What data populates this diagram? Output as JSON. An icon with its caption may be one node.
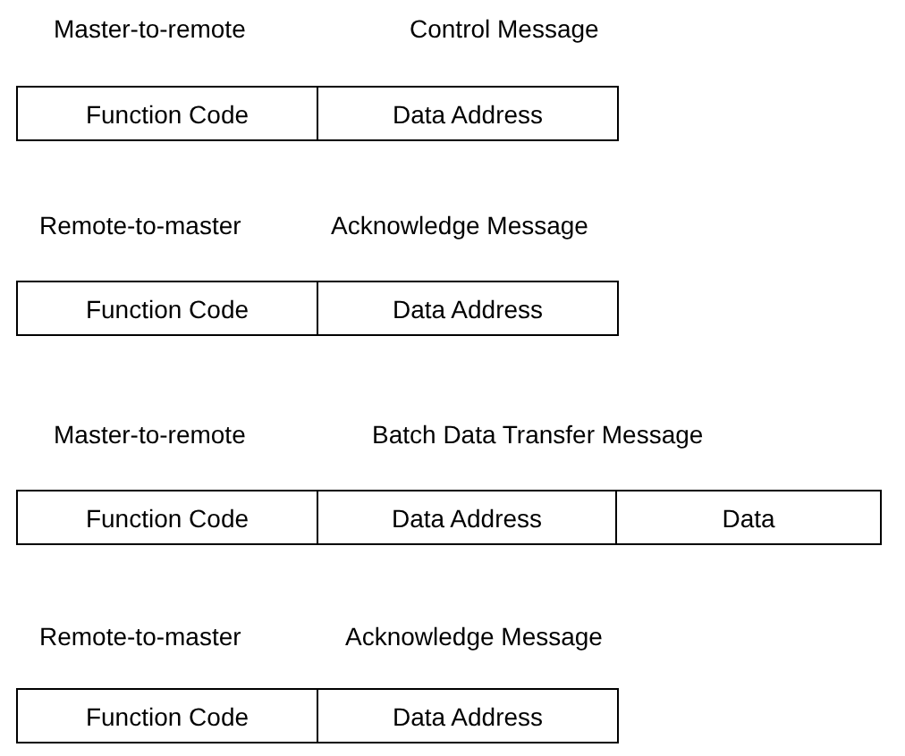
{
  "diagram": {
    "nodes": [
      {
        "text": [
          "Function Code"
        ]
      },
      {
        "text": [
          "Data Address"
        ]
      },
      {
        "text": [
          "Function Code"
        ]
      },
      {
        "text": [
          "Data Address"
        ]
      },
      {
        "text": [
          "Function Code"
        ]
      },
      {
        "text": [
          "Data Address"
        ]
      },
      {
        "text": [
          "Data"
        ]
      },
      {
        "text": [
          "Function Code"
        ]
      },
      {
        "text": [
          "Data Address"
        ]
      }
    ],
    "labels": [
      "Master-to-remote",
      "Control Message",
      "Remote-to-master",
      "Acknowledge Message",
      "Master-to-remote",
      "Batch Data Transfer Message",
      "Remote-to-master",
      "Acknowledge Message"
    ]
  }
}
